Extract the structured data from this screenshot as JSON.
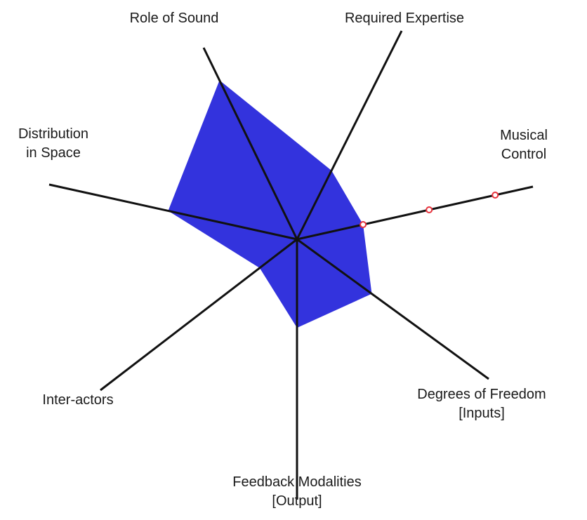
{
  "chart_data": {
    "type": "radar",
    "axes": [
      {
        "label_lines": [
          "Role of Sound"
        ]
      },
      {
        "label_lines": [
          "Required Expertise"
        ]
      },
      {
        "label_lines": [
          "Musical",
          "Control"
        ]
      },
      {
        "label_lines": [
          "Degrees of Freedom",
          "[Inputs]"
        ]
      },
      {
        "label_lines": [
          "Feedback Modalities",
          "[Output]"
        ]
      },
      {
        "label_lines": [
          "Inter-actors"
        ]
      },
      {
        "label_lines": [
          "Distribution",
          "in Space"
        ]
      }
    ],
    "series": [
      {
        "values": [
          0.83,
          0.33,
          0.28,
          0.39,
          0.34,
          0.19,
          0.52
        ]
      }
    ],
    "marker_axis": 2,
    "marker_values": [
      0.28,
      0.56,
      0.84
    ],
    "range": [
      0,
      1
    ],
    "colors": {
      "fill": "#3333dd",
      "axis": "#111111",
      "marker": "#e8323c"
    }
  }
}
